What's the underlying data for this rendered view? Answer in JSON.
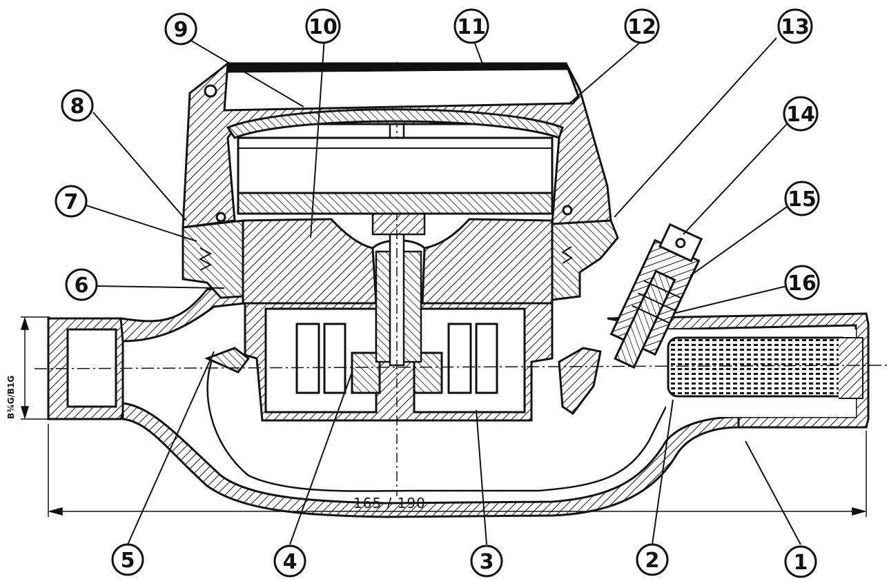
{
  "dimension_length": "165 / 190",
  "dimension_thread": "B¾G/B1G",
  "callouts": {
    "c1": "1",
    "c2": "2",
    "c3": "3",
    "c4": "4",
    "c5": "5",
    "c6": "6",
    "c7": "7",
    "c8": "8",
    "c9": "9",
    "c10": "10",
    "c11": "11",
    "c12": "12",
    "c13": "13",
    "c14": "14",
    "c15": "15",
    "c16": "16"
  },
  "colors": {
    "ink": "#111111",
    "paper": "#ffffff"
  }
}
